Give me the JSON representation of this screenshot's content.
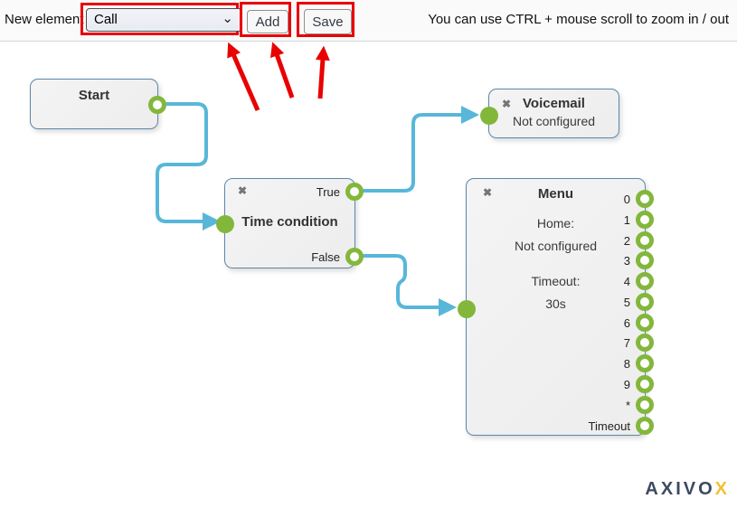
{
  "icons": {
    "chevron_down": "⌄",
    "close": "✖"
  },
  "toolbar": {
    "new_element_label": "New element",
    "element_select": {
      "value": "Call"
    },
    "add_label": "Add",
    "save_label": "Save",
    "hint": "You can use CTRL + mouse scroll to zoom in / out"
  },
  "nodes": {
    "start": {
      "title": "Start"
    },
    "time_condition": {
      "title": "Time condition",
      "outputs": [
        "True",
        "False"
      ]
    },
    "voicemail": {
      "title": "Voicemail",
      "subtitle": "Not configured"
    },
    "menu": {
      "title": "Menu",
      "home_label": "Home:",
      "home_value": "Not configured",
      "timeout_label": "Timeout:",
      "timeout_value": "30s",
      "outputs": [
        "0",
        "1",
        "2",
        "3",
        "4",
        "5",
        "6",
        "7",
        "8",
        "9",
        "*",
        "Timeout"
      ]
    }
  },
  "logo": {
    "primary": "AXIVO",
    "accent": "X"
  },
  "colors": {
    "accent_green": "#83b73c",
    "connector_blue": "#58b7d8",
    "node_border": "#5b87aa",
    "annotation_red": "#e90000",
    "logo_navy": "#3d4a63",
    "logo_yellow": "#f1c232"
  }
}
